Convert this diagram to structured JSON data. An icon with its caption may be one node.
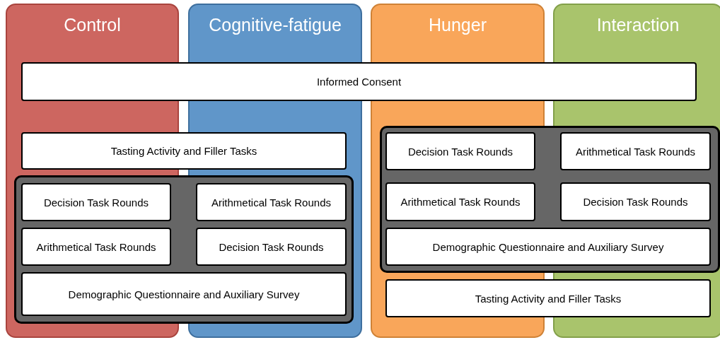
{
  "diagram": {
    "nodes": [
      {
        "text": [
          "Control"
        ]
      },
      {
        "text": [
          "Cognitive-fatigue"
        ]
      },
      {
        "text": [
          "Hunger"
        ]
      },
      {
        "text": [
          "Interaction"
        ]
      },
      {
        "text": [
          "Informed Consent"
        ]
      },
      {
        "text": [
          "Tasting Activity and Filler Tasks"
        ]
      },
      {
        "text": [],
        "shape": "box"
      },
      {
        "text": [
          "Decision Task Rounds"
        ]
      },
      {
        "text": [
          "Arithmetical Task Rounds"
        ]
      },
      {
        "text": [
          "Arithmetical Task Rounds"
        ]
      },
      {
        "text": [
          "Decision Task Rounds"
        ]
      },
      {
        "text": [
          "Demographic Questionnaire and Auxiliary Survey"
        ],
        "in": 6
      },
      {
        "text": [],
        "shape": "box"
      },
      {
        "text": [
          "Decision Task Rounds"
        ]
      },
      {
        "text": [
          "Arithmetical Task Rounds"
        ]
      },
      {
        "text": [
          "Arithmetical Task Rounds"
        ]
      },
      {
        "text": [
          "Decision Task Rounds"
        ]
      },
      {
        "text": [
          "Demographic Questionnaire and Auxiliary Survey"
        ],
        "in": 12
      },
      {
        "text": [
          "Tasting Activity and Filler Tasks"
        ]
      }
    ],
    "edges": []
  }
}
